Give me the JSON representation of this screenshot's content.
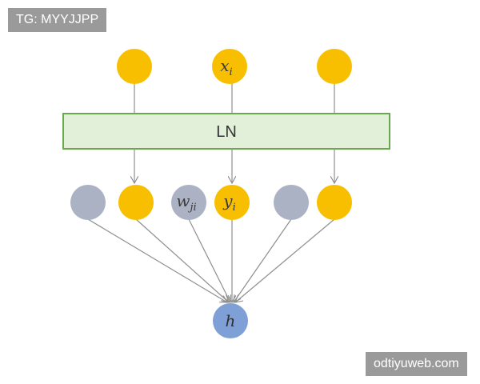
{
  "watermarks": {
    "top_left": "TG: MYYJJPP",
    "bottom_right": "odtiyuweb.com"
  },
  "layer_norm_label": "LN",
  "colors": {
    "input_node": "#f7bf00",
    "gray_node": "#aab2c4",
    "output_node": "#7fa0d6",
    "ln_fill": "#e2f0d9",
    "ln_stroke": "#6aa84f",
    "edge": "#8f8f8f"
  },
  "nodes": {
    "top": [
      {
        "label": "",
        "color_key": "input_node"
      },
      {
        "label": "x",
        "sub": "i",
        "color_key": "input_node"
      },
      {
        "label": "",
        "color_key": "input_node"
      }
    ],
    "middle": [
      {
        "label": "",
        "color_key": "gray_node"
      },
      {
        "label": "",
        "color_key": "input_node"
      },
      {
        "label": "w",
        "sub": "ji",
        "color_key": "gray_node"
      },
      {
        "label": "y",
        "sub": "i",
        "color_key": "input_node"
      },
      {
        "label": "",
        "color_key": "gray_node"
      },
      {
        "label": "",
        "color_key": "input_node"
      }
    ],
    "output": {
      "label": "h",
      "color_key": "output_node"
    }
  }
}
